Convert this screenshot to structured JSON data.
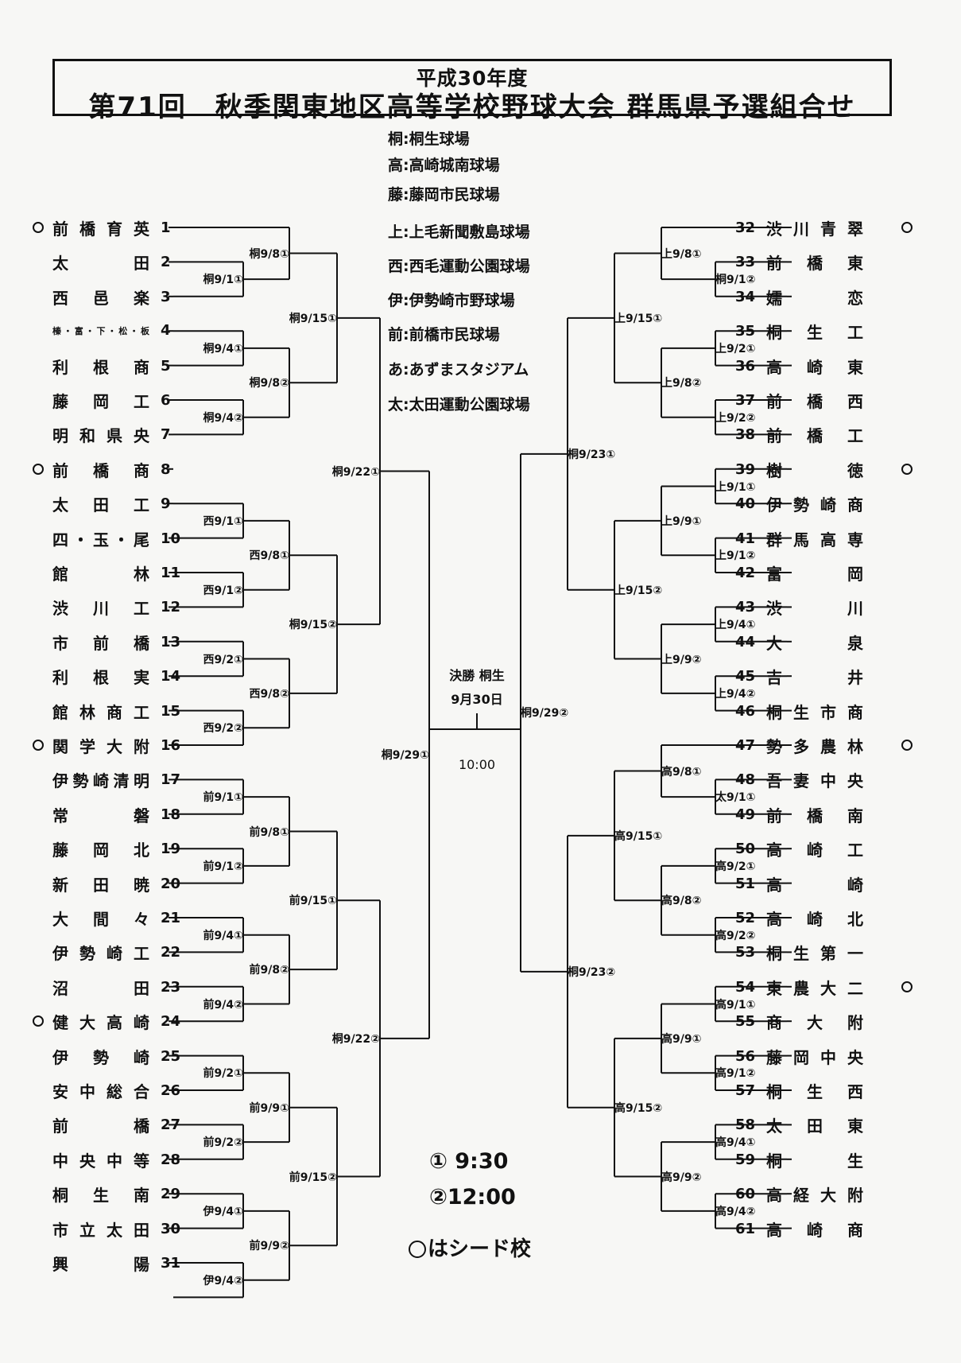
{
  "header": {
    "year_label": "平成30年度",
    "title": "第71回　秋季関東地区高等学校野球大会 群馬県予選組合せ"
  },
  "venues": [
    "桐:桐生球場",
    "高:高崎城南球場",
    "藤:藤岡市民球場",
    "上:上毛新聞敷島球場",
    "西:西毛運動公園球場",
    "伊:伊勢崎市野球場",
    "前:前橋市民球場",
    "あ:あずまスタジアム",
    "太:太田運動公園球場"
  ],
  "teams_left": [
    {
      "no": "1",
      "name": "前橋育英",
      "seed": true
    },
    {
      "no": "2",
      "name": "太田",
      "seed": false
    },
    {
      "no": "3",
      "name": "西邑楽",
      "seed": false
    },
    {
      "no": "4",
      "name": "榛・富・下・松・板",
      "seed": false,
      "small": true
    },
    {
      "no": "5",
      "name": "利根商",
      "seed": false
    },
    {
      "no": "6",
      "name": "藤岡工",
      "seed": false
    },
    {
      "no": "7",
      "name": "明和県央",
      "seed": false
    },
    {
      "no": "8",
      "name": "前橋商",
      "seed": true
    },
    {
      "no": "9",
      "name": "太田工",
      "seed": false
    },
    {
      "no": "10",
      "name": "四・玉・尾",
      "seed": false
    },
    {
      "no": "11",
      "name": "館林",
      "seed": false
    },
    {
      "no": "12",
      "name": "渋川工",
      "seed": false
    },
    {
      "no": "13",
      "name": "市前橋",
      "seed": false
    },
    {
      "no": "14",
      "name": "利根実",
      "seed": false
    },
    {
      "no": "15",
      "name": "館林商工",
      "seed": false
    },
    {
      "no": "16",
      "name": "関学大附",
      "seed": true
    },
    {
      "no": "17",
      "name": "伊勢崎清明",
      "seed": false
    },
    {
      "no": "18",
      "name": "常磐",
      "seed": false
    },
    {
      "no": "19",
      "name": "藤岡北",
      "seed": false
    },
    {
      "no": "20",
      "name": "新田暁",
      "seed": false
    },
    {
      "no": "21",
      "name": "大間々",
      "seed": false
    },
    {
      "no": "22",
      "name": "伊勢崎工",
      "seed": false
    },
    {
      "no": "23",
      "name": "沼田",
      "seed": false
    },
    {
      "no": "24",
      "name": "健大高崎",
      "seed": true
    },
    {
      "no": "25",
      "name": "伊勢崎",
      "seed": false
    },
    {
      "no": "26",
      "name": "安中総合",
      "seed": false
    },
    {
      "no": "27",
      "name": "前橋",
      "seed": false
    },
    {
      "no": "28",
      "name": "中央中等",
      "seed": false
    },
    {
      "no": "29",
      "name": "桐生南",
      "seed": false
    },
    {
      "no": "30",
      "name": "市立太田",
      "seed": false
    },
    {
      "no": "31",
      "name": "興陽",
      "seed": false
    }
  ],
  "teams_right": [
    {
      "no": "32",
      "name": "渋川青翠",
      "seed": true
    },
    {
      "no": "33",
      "name": "前橋東",
      "seed": false
    },
    {
      "no": "34",
      "name": "嬬恋",
      "seed": false
    },
    {
      "no": "35",
      "name": "桐生工",
      "seed": false
    },
    {
      "no": "36",
      "name": "高崎東",
      "seed": false
    },
    {
      "no": "37",
      "name": "前橋西",
      "seed": false
    },
    {
      "no": "38",
      "name": "前橋工",
      "seed": false
    },
    {
      "no": "39",
      "name": "樹徳",
      "seed": true
    },
    {
      "no": "40",
      "name": "伊勢崎商",
      "seed": false
    },
    {
      "no": "41",
      "name": "群馬高専",
      "seed": false
    },
    {
      "no": "42",
      "name": "富岡",
      "seed": false
    },
    {
      "no": "43",
      "name": "渋川",
      "seed": false
    },
    {
      "no": "44",
      "name": "大泉",
      "seed": false
    },
    {
      "no": "45",
      "name": "吉井",
      "seed": false
    },
    {
      "no": "46",
      "name": "桐生市商",
      "seed": false
    },
    {
      "no": "47",
      "name": "勢多農林",
      "seed": true
    },
    {
      "no": "48",
      "name": "吾妻中央",
      "seed": false
    },
    {
      "no": "49",
      "name": "前橋南",
      "seed": false
    },
    {
      "no": "50",
      "name": "高崎工",
      "seed": false
    },
    {
      "no": "51",
      "name": "高崎",
      "seed": false
    },
    {
      "no": "52",
      "name": "高崎北",
      "seed": false
    },
    {
      "no": "53",
      "name": "桐生第一",
      "seed": false
    },
    {
      "no": "54",
      "name": "東農大二",
      "seed": true
    },
    {
      "no": "55",
      "name": "商大附",
      "seed": false
    },
    {
      "no": "56",
      "name": "藤岡中央",
      "seed": false
    },
    {
      "no": "57",
      "name": "桐生西",
      "seed": false
    },
    {
      "no": "58",
      "name": "太田東",
      "seed": false
    },
    {
      "no": "59",
      "name": "桐生",
      "seed": false
    },
    {
      "no": "60",
      "name": "高経大附",
      "seed": false
    },
    {
      "no": "61",
      "name": "高崎商",
      "seed": false
    }
  ],
  "matches_left": [
    {
      "label": "桐9/1①",
      "a": 1,
      "b": 2,
      "col": 0
    },
    {
      "label": "桐9/8①",
      "a": 0,
      "b": "m0",
      "col": 1
    },
    {
      "label": "桐9/4①",
      "a": 3,
      "b": 4,
      "col": 0
    },
    {
      "label": "桐9/4②",
      "a": 5,
      "b": 6,
      "col": 0
    },
    {
      "label": "桐9/8②",
      "a": "m2",
      "b": "m3",
      "col": 1
    },
    {
      "label": "桐9/15①",
      "a": "m1",
      "b": "m4",
      "col": 2
    },
    {
      "label": "西9/1①",
      "a": 8,
      "b": 9,
      "col": 0
    },
    {
      "label": "西9/1②",
      "a": 10,
      "b": 11,
      "col": 0
    },
    {
      "label": "西9/8①",
      "a": "m6",
      "b": "m7",
      "col": 1
    },
    {
      "label": "西9/2①",
      "a": 12,
      "b": 13,
      "col": 0
    },
    {
      "label": "西9/2②",
      "a": 14,
      "b": 15,
      "col": 0
    },
    {
      "label": "西9/8②",
      "a": "m9",
      "b": "m10",
      "col": 1
    },
    {
      "label": "桐9/15②",
      "a": "m8",
      "b": "m11",
      "col": 2
    },
    {
      "label": "桐9/22①",
      "a": "m5",
      "b": "m12",
      "col": 3
    },
    {
      "label": "前9/1①",
      "a": 16,
      "b": 17,
      "col": 0
    },
    {
      "label": "前9/1②",
      "a": 18,
      "b": 19,
      "col": 0
    },
    {
      "label": "前9/8①",
      "a": "m14",
      "b": "m15",
      "col": 1
    },
    {
      "label": "前9/4①",
      "a": 20,
      "b": 21,
      "col": 0
    },
    {
      "label": "前9/4②",
      "a": 22,
      "b": 23,
      "col": 0
    },
    {
      "label": "前9/8②",
      "a": "m17",
      "b": "m18",
      "col": 1
    },
    {
      "label": "前9/15①",
      "a": "m16",
      "b": "m19",
      "col": 2
    },
    {
      "label": "前9/2①",
      "a": 24,
      "b": 25,
      "col": 0
    },
    {
      "label": "前9/2②",
      "a": 26,
      "b": 27,
      "col": 0
    },
    {
      "label": "前9/9①",
      "a": "m21",
      "b": "m22",
      "col": 1
    },
    {
      "label": "伊9/4①",
      "a": 28,
      "b": 29,
      "col": 0
    },
    {
      "label": "伊9/4②",
      "a": 30,
      "b": 31,
      "col": 0
    },
    {
      "label": "前9/9②",
      "a": "m24",
      "b": "m25",
      "col": 1
    },
    {
      "label": "前9/15②",
      "a": "m23",
      "b": "m26",
      "col": 2
    },
    {
      "label": "桐9/22②",
      "a": "m20",
      "b": "m27",
      "col": 3
    },
    {
      "label": "桐9/29①",
      "a": "m13",
      "b": "m28",
      "col": 4
    }
  ],
  "matches_right": [
    {
      "label": "桐9/1②",
      "a": 1,
      "b": 2,
      "col": 0
    },
    {
      "label": "上9/8①",
      "a": 0,
      "b": "m0",
      "col": 1
    },
    {
      "label": "上9/2①",
      "a": 3,
      "b": 4,
      "col": 0
    },
    {
      "label": "上9/2②",
      "a": 5,
      "b": 6,
      "col": 0
    },
    {
      "label": "上9/8②",
      "a": "m2",
      "b": "m3",
      "col": 1
    },
    {
      "label": "上9/15①",
      "a": "m1",
      "b": "m4",
      "col": 2
    },
    {
      "label": "上9/1①",
      "a": 7,
      "b": 8,
      "col": 0
    },
    {
      "label": "上9/1②",
      "a": 9,
      "b": 10,
      "col": 0
    },
    {
      "label": "上9/9①",
      "a": "m6",
      "b": "m7",
      "col": 1
    },
    {
      "label": "上9/4①",
      "a": 11,
      "b": 12,
      "col": 0
    },
    {
      "label": "上9/4②",
      "a": 13,
      "b": 14,
      "col": 0
    },
    {
      "label": "上9/9②",
      "a": "m9",
      "b": "m10",
      "col": 1
    },
    {
      "label": "上9/15②",
      "a": "m8",
      "b": "m11",
      "col": 2
    },
    {
      "label": "桐9/23①",
      "a": "m5",
      "b": "m12",
      "col": 3
    },
    {
      "label": "太9/1①",
      "a": 16,
      "b": 17,
      "col": 0
    },
    {
      "label": "高9/8①",
      "a": 15,
      "b": "m14",
      "col": 1
    },
    {
      "label": "高9/2①",
      "a": 18,
      "b": 19,
      "col": 0
    },
    {
      "label": "高9/2②",
      "a": 20,
      "b": 21,
      "col": 0
    },
    {
      "label": "高9/8②",
      "a": "m16",
      "b": "m17",
      "col": 1
    },
    {
      "label": "高9/15①",
      "a": "m15",
      "b": "m18",
      "col": 2
    },
    {
      "label": "高9/1①",
      "a": 22,
      "b": 23,
      "col": 0
    },
    {
      "label": "高9/1②",
      "a": 24,
      "b": 25,
      "col": 0
    },
    {
      "label": "高9/9①",
      "a": "m20",
      "b": "m21",
      "col": 1
    },
    {
      "label": "高9/4①",
      "a": 26,
      "b": 27,
      "col": 0
    },
    {
      "label": "高9/4②",
      "a": 28,
      "b": 29,
      "col": 0
    },
    {
      "label": "高9/9②",
      "a": "m23",
      "b": "m24",
      "col": 1
    },
    {
      "label": "高9/15②",
      "a": "m22",
      "b": "m25",
      "col": 2
    },
    {
      "label": "桐9/23②",
      "a": "m19",
      "b": "m26",
      "col": 3
    },
    {
      "label": "桐9/29②",
      "a": "m13",
      "b": "m27",
      "col": 4
    }
  ],
  "final": {
    "label": "決勝 桐生",
    "date": "9月30日",
    "time": "10:00"
  },
  "time_notes": [
    "① 9:30",
    "②12:00"
  ],
  "seed_note": "はシード校"
}
